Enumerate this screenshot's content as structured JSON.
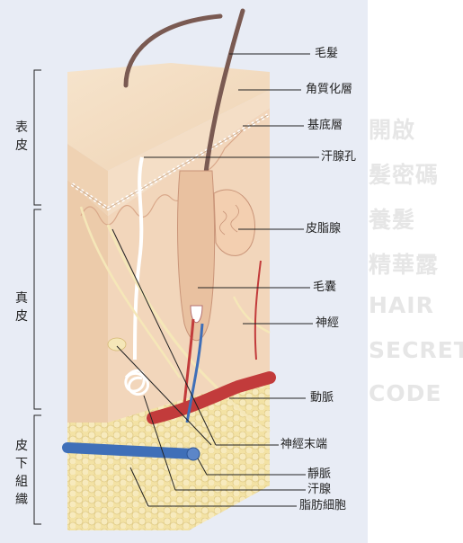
{
  "diagram": {
    "labels": {
      "hair": "毛髮",
      "stratum_corneum": "角質化層",
      "basal_layer": "基底層",
      "sweat_pore": "汗腺孔",
      "sebaceous_gland": "皮脂腺",
      "hair_follicle": "毛囊",
      "nerve": "神經",
      "artery": "動脈",
      "nerve_endings": "神經末端",
      "vein": "靜脈",
      "sweat_gland": "汗腺",
      "fat_cells": "脂肪細胞"
    },
    "layers": {
      "epidermis": "表皮",
      "dermis": "真皮",
      "subcutaneous": "皮下組織"
    },
    "watermark": [
      "開啟",
      "髮密碼",
      "養髮",
      "精華露",
      "HAIR",
      "SECRET",
      "CODE"
    ],
    "colors": {
      "panel": "#e8ecf5",
      "skin_top": "#f3dcc2",
      "skin_side": "#eccbaa",
      "dermis": "#f2d6bb",
      "fat": "#f1df9c",
      "hair": "#7a5a52",
      "artery": "#c23b3b",
      "vein": "#3f6fb8",
      "nerve": "#f5e7b8",
      "watermark": "#e6e6e6"
    }
  }
}
